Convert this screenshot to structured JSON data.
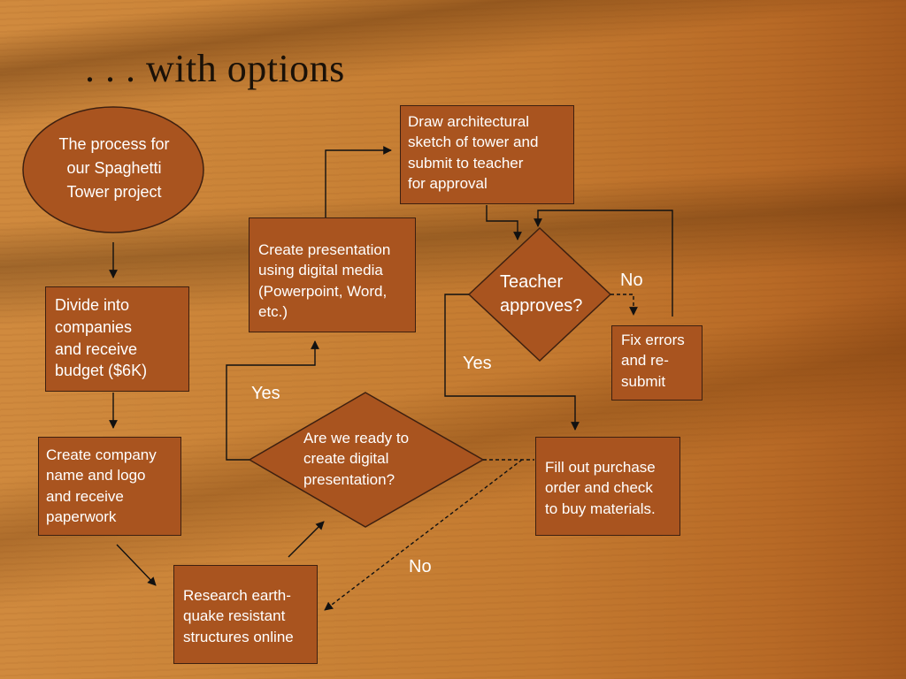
{
  "slide": {
    "title": ". . . with options"
  },
  "nodes": {
    "start": "The process for\nour Spaghetti\nTower project",
    "divide": "Divide into\ncompanies\nand receive\nbudget ($6K)",
    "company": "Create company\nname and logo\nand receive\npaperwork",
    "research": "Research earth-\nquake resistant\nstructures online",
    "ready": "Are we ready to\ncreate digital\npresentation?",
    "presentation": "Create presentation\nusing digital media\n(Powerpoint, Word,\netc.)",
    "sketch": "Draw architectural\nsketch of tower and\nsubmit to teacher\nfor approval",
    "approves": "Teacher\napproves?",
    "fix": "Fix errors\nand re-\nsubmit",
    "purchase": "Fill out purchase\norder and check\nto buy materials."
  },
  "edge_labels": {
    "ready_yes": "Yes",
    "ready_no": "No",
    "approve_yes": "Yes",
    "approve_no": "No"
  },
  "colors": {
    "node_fill": "#a9541f",
    "node_border": "#3e2010",
    "text": "#ffffff",
    "arrow": "#111111"
  }
}
